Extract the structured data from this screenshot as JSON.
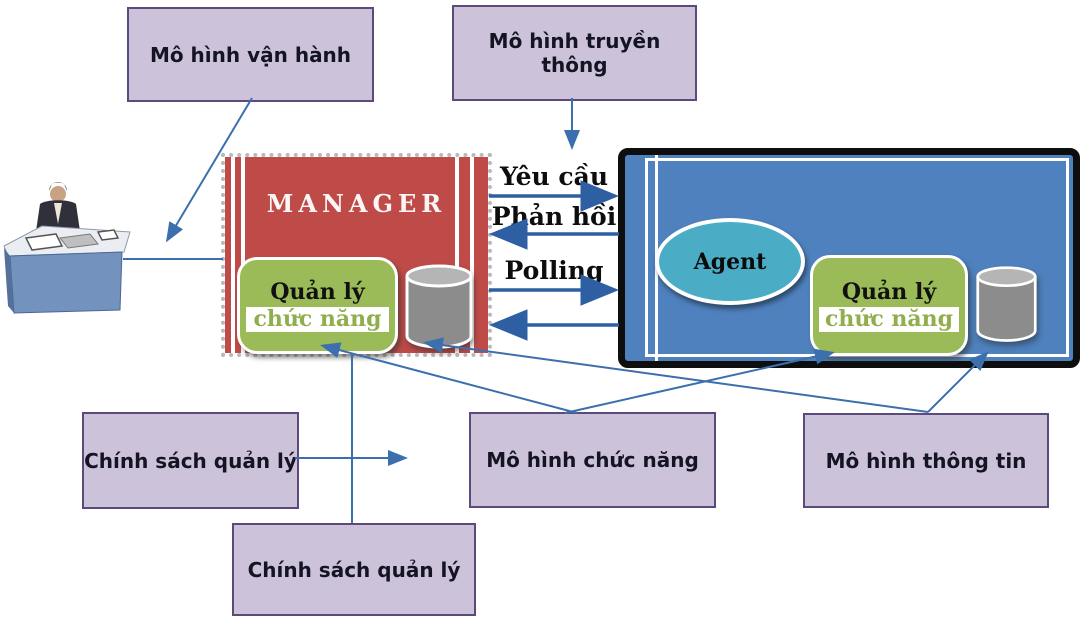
{
  "diagram": {
    "model_boxes": {
      "van_hanh": "Mô hình vận hành",
      "truyen_thong": "Mô hình truyền thông",
      "chinh_sach_1": "Chính sách quản lý",
      "chuc_nang": "Mô hình chức năng",
      "thong_tin": "Mô hình thông tin",
      "chinh_sach_2": "Chính sách quản lý"
    },
    "manager": {
      "title": "MANAGER",
      "function_line1": "Quản lý",
      "function_line2": "chức năng"
    },
    "agent": {
      "title": "Agent",
      "function_line1": "Quản lý",
      "function_line2": "chức năng"
    },
    "message_labels": {
      "request": "Yêu cầu",
      "response": "Phản hồi",
      "polling": "Polling"
    },
    "icons": {
      "manager_database": "database-cylinder-icon",
      "agent_database": "database-cylinder-icon",
      "operator": "person-at-desk-icon"
    },
    "colors": {
      "manager_red": "#BE4B48",
      "agent_blue": "#4E81BD",
      "function_green": "#9BBB59",
      "agent_ellipse_cyan": "#4BACC6",
      "model_box_lavender": "#CCC3DA",
      "model_box_border": "#5B4A7B",
      "connector_blue": "#2E5FA3",
      "cylinder_gray": "#8C8C8C"
    }
  }
}
